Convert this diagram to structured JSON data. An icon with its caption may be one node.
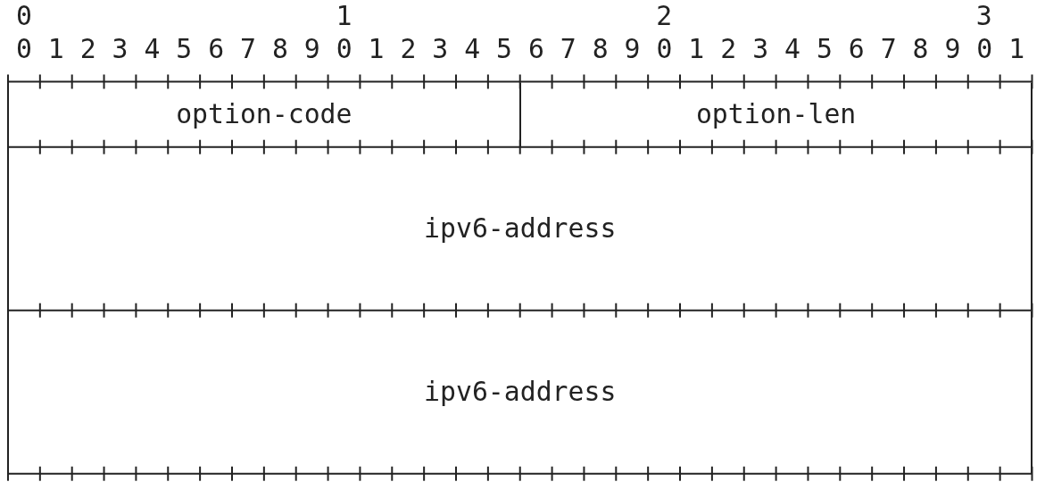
{
  "diagram": {
    "nodes": [
      {
        "text": [
          "option-code"
        ]
      },
      {
        "text": [
          "option-len"
        ]
      },
      {
        "text": [
          "ipv6-address"
        ]
      },
      {
        "text": [
          "ipv6-address"
        ]
      }
    ],
    "edges": [],
    "labels": [
      "0",
      "1",
      "2",
      "3",
      "0 1 2 3 4 5 6 7 8 9 0 1 2 3 4 5 6 7 8 9 0 1 2 3 4 5 6 7 8 9 0 1"
    ]
  }
}
